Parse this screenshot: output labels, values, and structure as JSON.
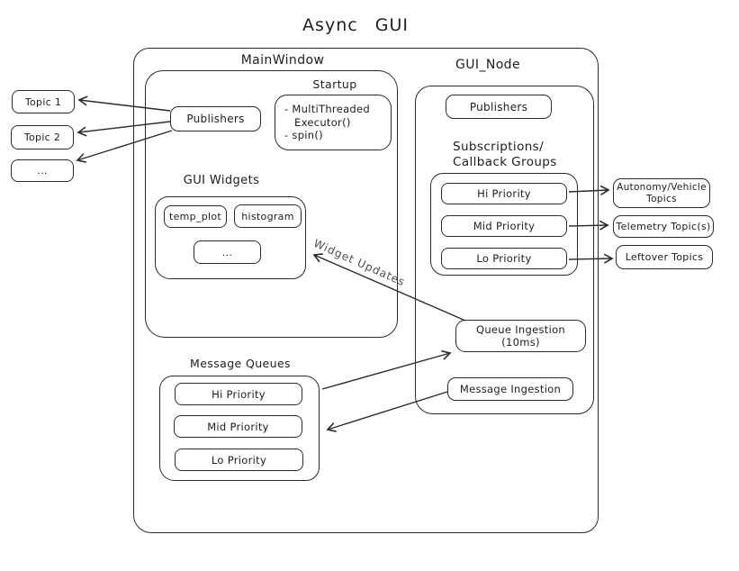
{
  "title": "Async GUI",
  "colors": {
    "stroke": "#2b2b2b",
    "background": "#ffffff",
    "muted_label": "#4d4d4d"
  },
  "left_topics": {
    "items": [
      "Topic 1",
      "Topic 2",
      "..."
    ]
  },
  "main_window": {
    "label": "MainWindow",
    "publishers": "Publishers",
    "startup": {
      "title": "Startup",
      "line1": "- MultiThreaded",
      "line2": "Executor()",
      "line3": "- spin()"
    },
    "gui_widgets": {
      "title": "GUI Widgets",
      "items": [
        "temp_plot",
        "histogram",
        "..."
      ]
    }
  },
  "gui_node": {
    "label": "GUI_Node",
    "publishers": "Publishers",
    "subscriptions": {
      "title_line1": "Subscriptions/",
      "title_line2": "Callback Groups",
      "items": [
        "Hi Priority",
        "Mid Priority",
        "Lo Priority"
      ]
    },
    "queue_ingestion": "Queue Ingestion (10ms)",
    "message_ingestion": "Message Ingestion"
  },
  "message_queues": {
    "title": "Message Queues",
    "items": [
      "Hi Priority",
      "Mid Priority",
      "Lo Priority"
    ]
  },
  "right_topics": {
    "items": [
      "Autonomy/Vehicle Topics",
      "Telemetry Topic(s)",
      "Leftover Topics"
    ]
  },
  "edge_labels": {
    "widget_updates": "Widget Updates"
  }
}
